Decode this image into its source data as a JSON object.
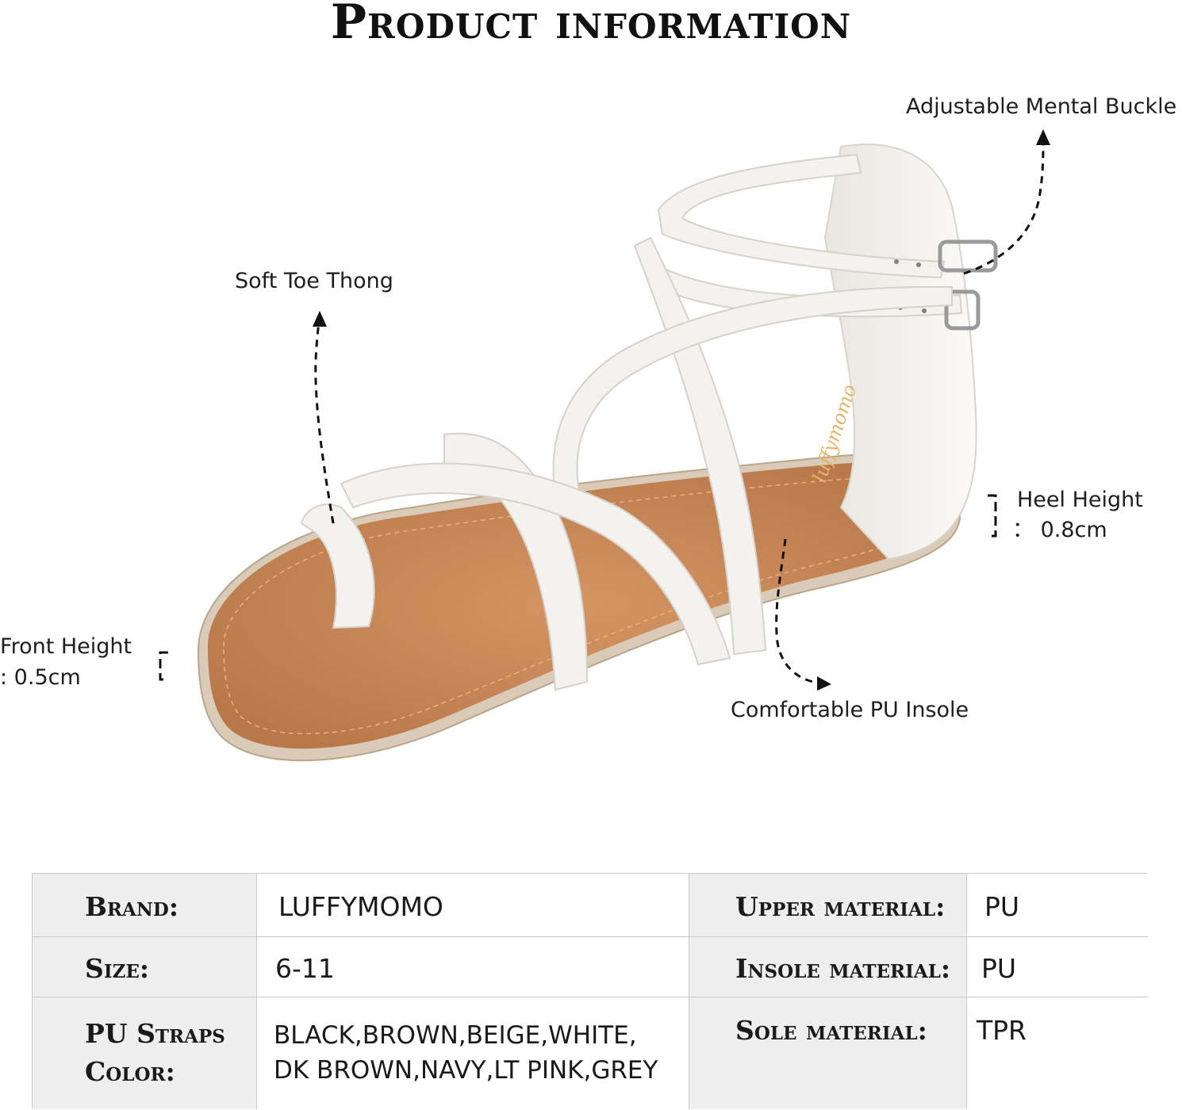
{
  "title": "Product information",
  "callouts": {
    "buckle": "Adjustable Mental Buckle",
    "toe": "Soft Toe Thong",
    "heel_line1": "Heel Height",
    "heel_line2": "： 0.8cm",
    "front_line1": "Front Height",
    "front_line2": ": 0.5cm",
    "insole": "Comfortable PU Insole"
  },
  "brand_mark": "luffymomo",
  "colors": {
    "strap": "#f4f2ee",
    "insole": "#c98a58",
    "sole": "#d8c9b5",
    "table_label_bg": "#eeeeee",
    "table_border": "#c8c8c8"
  },
  "specs": {
    "brand_label": "Brand:",
    "brand_value": "LUFFYMOMO",
    "upper_label": "Upper material:",
    "upper_value": "PU",
    "size_label": "Size:",
    "size_value": "6-11",
    "insole_label": "Insole material:",
    "insole_value": "PU",
    "strap_label_1": "PU Straps",
    "strap_label_2": "Color:",
    "strap_value_1": "BLACK,BROWN,BEIGE,WHITE,",
    "strap_value_2": "DK BROWN,NAVY,LT PINK,GREY",
    "sole_label": "Sole material:",
    "sole_value": "TPR"
  }
}
